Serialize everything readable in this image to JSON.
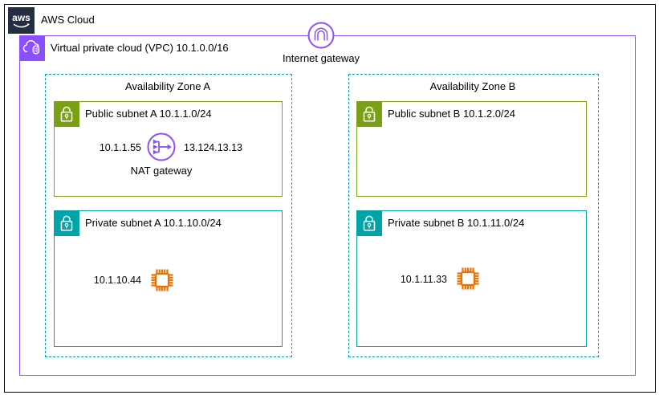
{
  "colors": {
    "aws_dark": "#232F3E",
    "vpc_purple": "#8C4FFF",
    "public_subnet_green": "#7AA116",
    "private_subnet_teal": "#00A4A6",
    "availability_zone_teal": "#00A4A6",
    "instance_orange": "#ED7100",
    "outer_border_black": "#000000"
  },
  "aws_cloud": {
    "label": "AWS Cloud"
  },
  "vpc": {
    "label": "Virtual private cloud (VPC) 10.1.0.0/16"
  },
  "internet_gateway": {
    "label": "Internet gateway"
  },
  "zones": [
    {
      "label": "Availability Zone A",
      "public_subnet": {
        "label": "Public subnet A 10.1.1.0/24",
        "nat_gateway": {
          "label": "NAT gateway",
          "private_ip": "10.1.1.55",
          "elastic_ip": "13.124.13.13"
        }
      },
      "private_subnet": {
        "label": "Private subnet A 10.1.10.0/24",
        "instance": {
          "private_ip": "10.1.10.44"
        }
      }
    },
    {
      "label": "Availability Zone B",
      "public_subnet": {
        "label": "Public subnet B 10.1.2.0/24"
      },
      "private_subnet": {
        "label": "Private subnet B 10.1.11.0/24",
        "instance": {
          "private_ip": "10.1.11.33"
        }
      }
    }
  ],
  "icons": {
    "aws_logo": "aws-smile-logo",
    "vpc": "cloud-with-lock",
    "internet_gateway": "arch-in-circle",
    "nat_gateway": "merging-arrows-in-circle",
    "public_subnet": "open-padlock-on-green",
    "private_subnet": "closed-padlock-on-teal",
    "instance": "cpu-chip"
  }
}
